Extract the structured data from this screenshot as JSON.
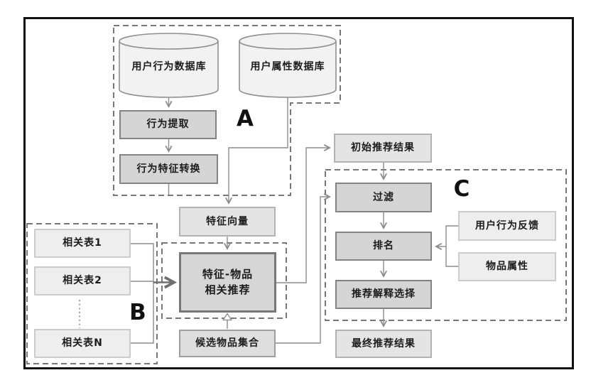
{
  "diagram": {
    "type": "flowchart",
    "section_labels": {
      "a": "A",
      "b": "B",
      "c": "C"
    },
    "nodes": {
      "user_behavior_db": "用户行为数据库",
      "user_attribute_db": "用户属性数据库",
      "behavior_extraction": "行为提取",
      "behavior_feature_conversion": "行为特征转换",
      "feature_vector": "特征向量",
      "feature_item_recommendation": "特征-物品\n相关推荐",
      "initial_results": "初始推荐结果",
      "filter": "过滤",
      "ranking": "排名",
      "explanation_selection": "推荐解释选择",
      "final_results": "最终推荐结果",
      "candidate_items": "候选物品集合",
      "related_table_1": "相关表1",
      "related_table_2": "相关表2",
      "related_table_n": "相关表N",
      "user_behavior_feedback": "用户行为反馈",
      "item_attributes": "物品属性"
    },
    "edges": [
      {
        "from": "用户行为数据库",
        "to": "行为提取"
      },
      {
        "from": "行为提取",
        "to": "行为特征转换"
      },
      {
        "from": "用户属性数据库",
        "to": "特征向量"
      },
      {
        "from": "行为特征转换",
        "to": "特征向量"
      },
      {
        "from": "特征向量",
        "to": "特征-物品相关推荐"
      },
      {
        "from": "相关表1",
        "to": "特征-物品相关推荐"
      },
      {
        "from": "相关表2",
        "to": "特征-物品相关推荐"
      },
      {
        "from": "相关表N",
        "to": "特征-物品相关推荐"
      },
      {
        "from": "候选物品集合",
        "to": "特征-物品相关推荐"
      },
      {
        "from": "特征-物品相关推荐",
        "to": "初始推荐结果"
      },
      {
        "from": "初始推荐结果",
        "to": "过滤"
      },
      {
        "from": "候选物品集合",
        "to": "过滤"
      },
      {
        "from": "过滤",
        "to": "排名"
      },
      {
        "from": "用户行为反馈",
        "to": "排名"
      },
      {
        "from": "物品属性",
        "to": "排名"
      },
      {
        "from": "排名",
        "to": "推荐解释选择"
      },
      {
        "from": "推荐解释选择",
        "to": "最终推荐结果"
      }
    ],
    "colors": {
      "process_box_fill": "#d5d5d5",
      "process_box_border": "#838383",
      "io_box_fill": "#e4e4e4",
      "io_box_border": "#b2b2b2",
      "light_box_fill": "#eeeeee",
      "light_box_border": "#cccccc",
      "feature_box_fill": "#d6d6d6",
      "cylinder_fill": "#f2f2f2",
      "connector_line": "#8c8c8c",
      "dashed_region": "#777777",
      "outer_border": "#111111"
    }
  }
}
